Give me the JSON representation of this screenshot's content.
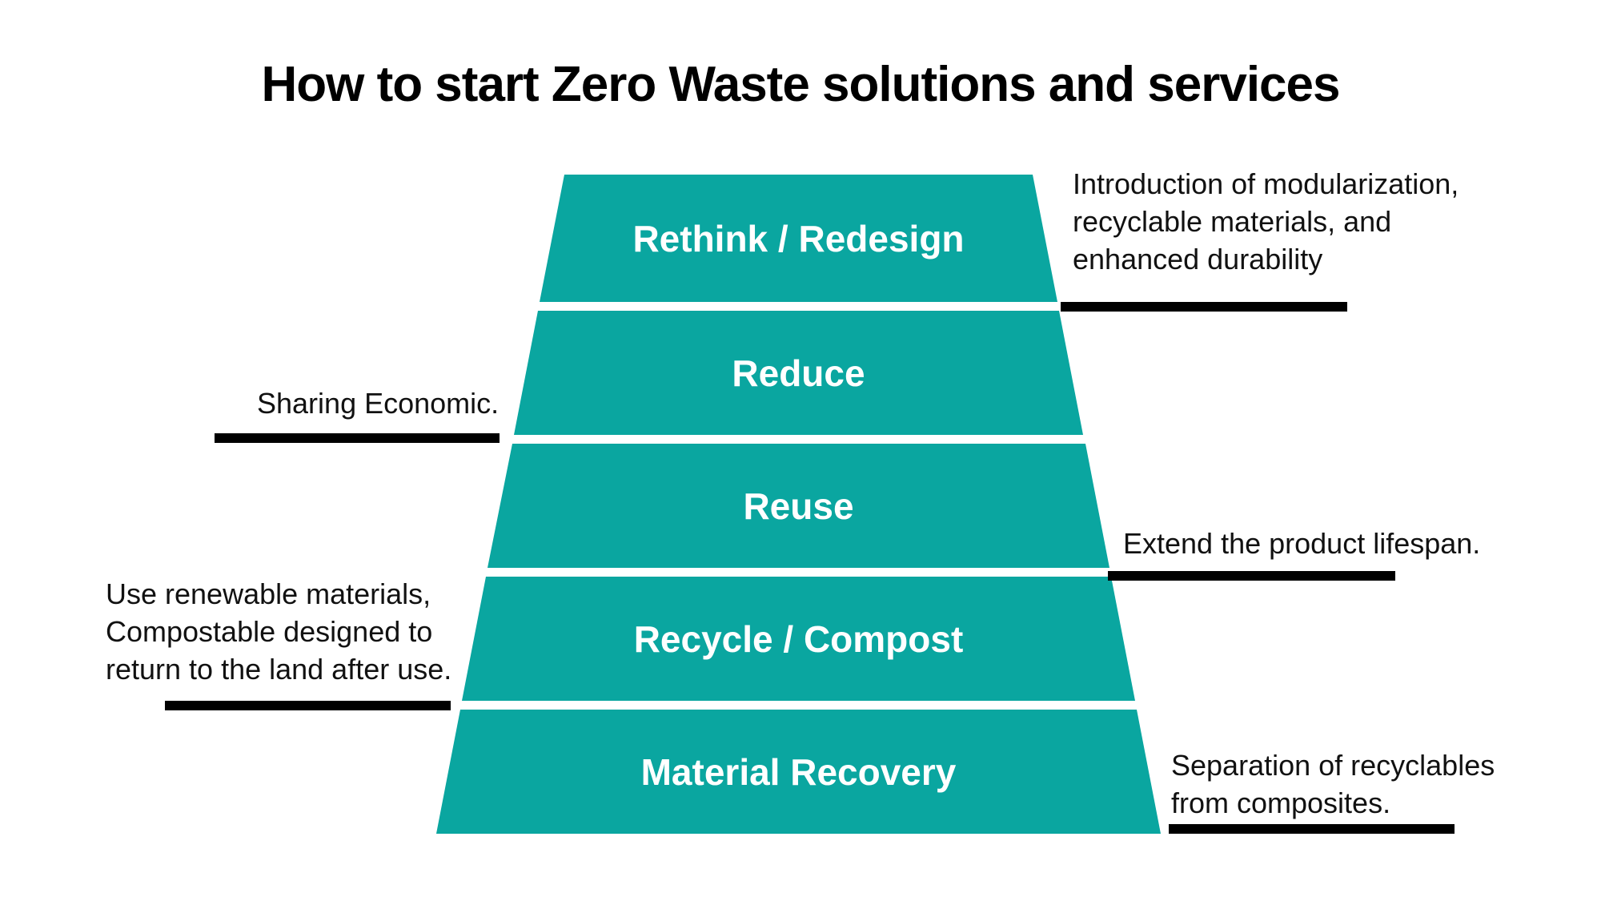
{
  "title": "How to start Zero Waste solutions and services",
  "colors": {
    "accent_teal": "#0AA6A0",
    "underline_bar": "#000000",
    "level_label_text": "#FFFFFF",
    "annotation_text": "#111111",
    "background": "#FFFFFF"
  },
  "funnel": {
    "levels": [
      {
        "label": "Rethink / Redesign"
      },
      {
        "label": "Reduce"
      },
      {
        "label": "Reuse"
      },
      {
        "label": "Recycle / Compost"
      },
      {
        "label": "Material Recovery"
      }
    ]
  },
  "annotations": [
    {
      "side": "right",
      "for_level": "Rethink / Redesign",
      "lines": [
        "Introduction of modularization,",
        "recyclable materials, and",
        "enhanced durability"
      ]
    },
    {
      "side": "left",
      "for_level": "Reduce",
      "lines": [
        "Sharing Economic."
      ]
    },
    {
      "side": "right",
      "for_level": "Reuse",
      "lines": [
        "Extend the product lifespan."
      ]
    },
    {
      "side": "left",
      "for_level": "Recycle / Compost",
      "lines": [
        "Use renewable materials,",
        "Compostable designed to",
        "return to the land after use."
      ]
    },
    {
      "side": "right",
      "for_level": "Material Recovery",
      "lines": [
        "Separation of recyclables",
        "from composites."
      ]
    }
  ]
}
